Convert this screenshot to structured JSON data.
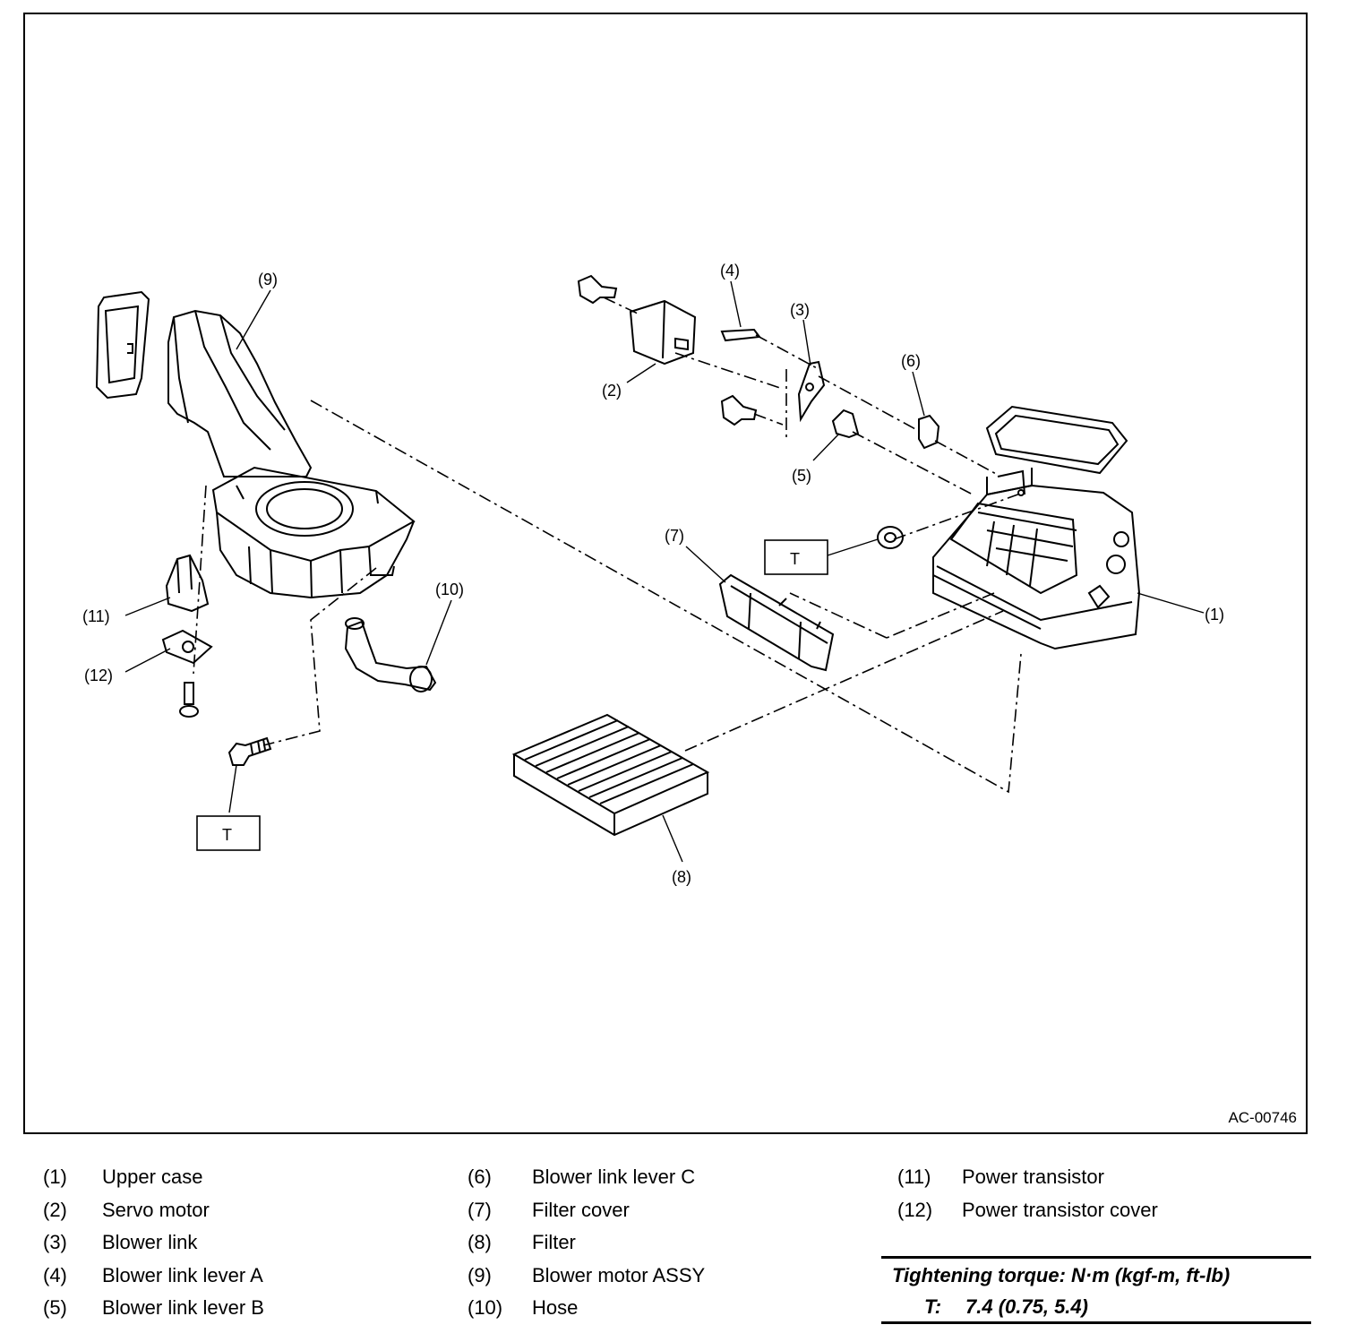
{
  "figure": {
    "figure_id": "AC-00746",
    "callouts": [
      "(1)",
      "(2)",
      "(3)",
      "(4)",
      "(5)",
      "(6)",
      "(7)",
      "(8)",
      "(9)",
      "(10)",
      "(11)",
      "(12)"
    ],
    "torque_mark": "T"
  },
  "legend": {
    "col1": [
      {
        "num": "(1)",
        "label": "Upper case"
      },
      {
        "num": "(2)",
        "label": "Servo motor"
      },
      {
        "num": "(3)",
        "label": "Blower link"
      },
      {
        "num": "(4)",
        "label": "Blower link lever A"
      },
      {
        "num": "(5)",
        "label": "Blower link lever B"
      }
    ],
    "col2": [
      {
        "num": "(6)",
        "label": "Blower link lever C"
      },
      {
        "num": "(7)",
        "label": "Filter cover"
      },
      {
        "num": "(8)",
        "label": "Filter"
      },
      {
        "num": "(9)",
        "label": "Blower motor ASSY"
      },
      {
        "num": "(10)",
        "label": "Hose"
      }
    ],
    "col3": [
      {
        "num": "(11)",
        "label": "Power transistor"
      },
      {
        "num": "(12)",
        "label": "Power transistor cover"
      }
    ]
  },
  "torque": {
    "title": "Tightening torque: N·m (kgf-m, ft-lb)",
    "symbol": "T:",
    "value": "7.4 (0.75, 5.4)"
  }
}
